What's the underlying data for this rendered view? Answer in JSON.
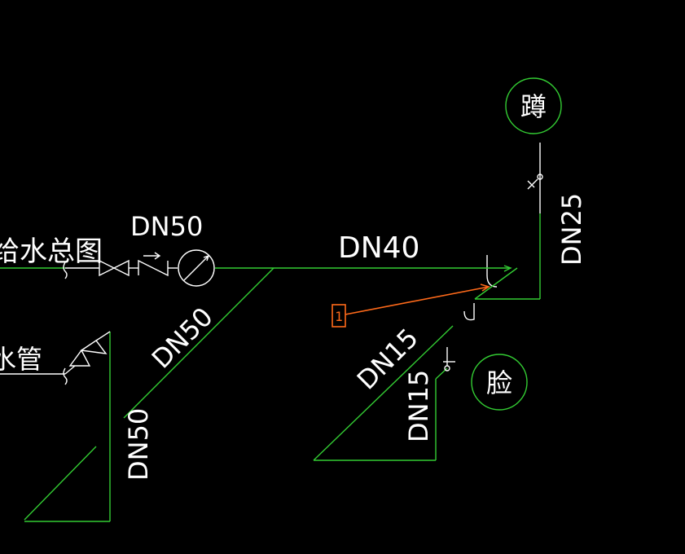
{
  "colors": {
    "background": "#000000",
    "pipe": "#33cc33",
    "text": "#ffffff",
    "marker": "#ff6a1a"
  },
  "labels": {
    "supply_main": "给水总图",
    "water_pipe": "水管",
    "dn50_top": "DN50",
    "dn40": "DN40",
    "dn50_diag": "DN50",
    "dn50_vertical": "DN50",
    "dn25": "DN25",
    "dn15_diag": "DN15",
    "dn15_vertical": "DN15"
  },
  "bubbles": {
    "squat_toilet": "蹲",
    "washbasin": "脸"
  },
  "marker": {
    "number": "1"
  }
}
